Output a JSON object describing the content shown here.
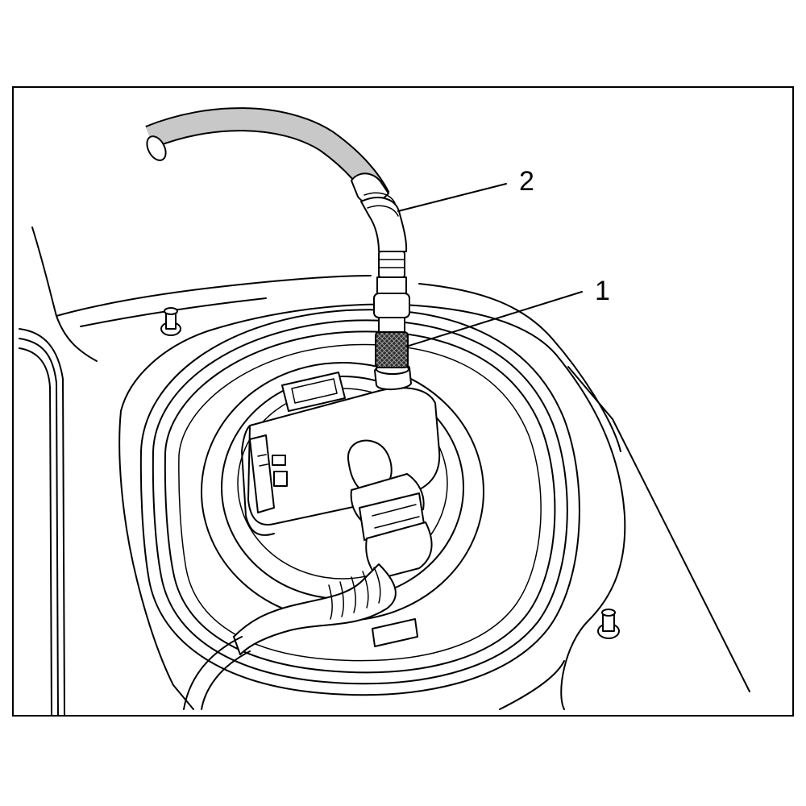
{
  "callouts": [
    {
      "id": "1",
      "label": "1"
    },
    {
      "id": "2",
      "label": "2"
    }
  ],
  "colors": {
    "line": "#000000",
    "background": "#ffffff",
    "hose_fill": "#c8c8c8",
    "knurl_fill": "#3a3a3a"
  }
}
